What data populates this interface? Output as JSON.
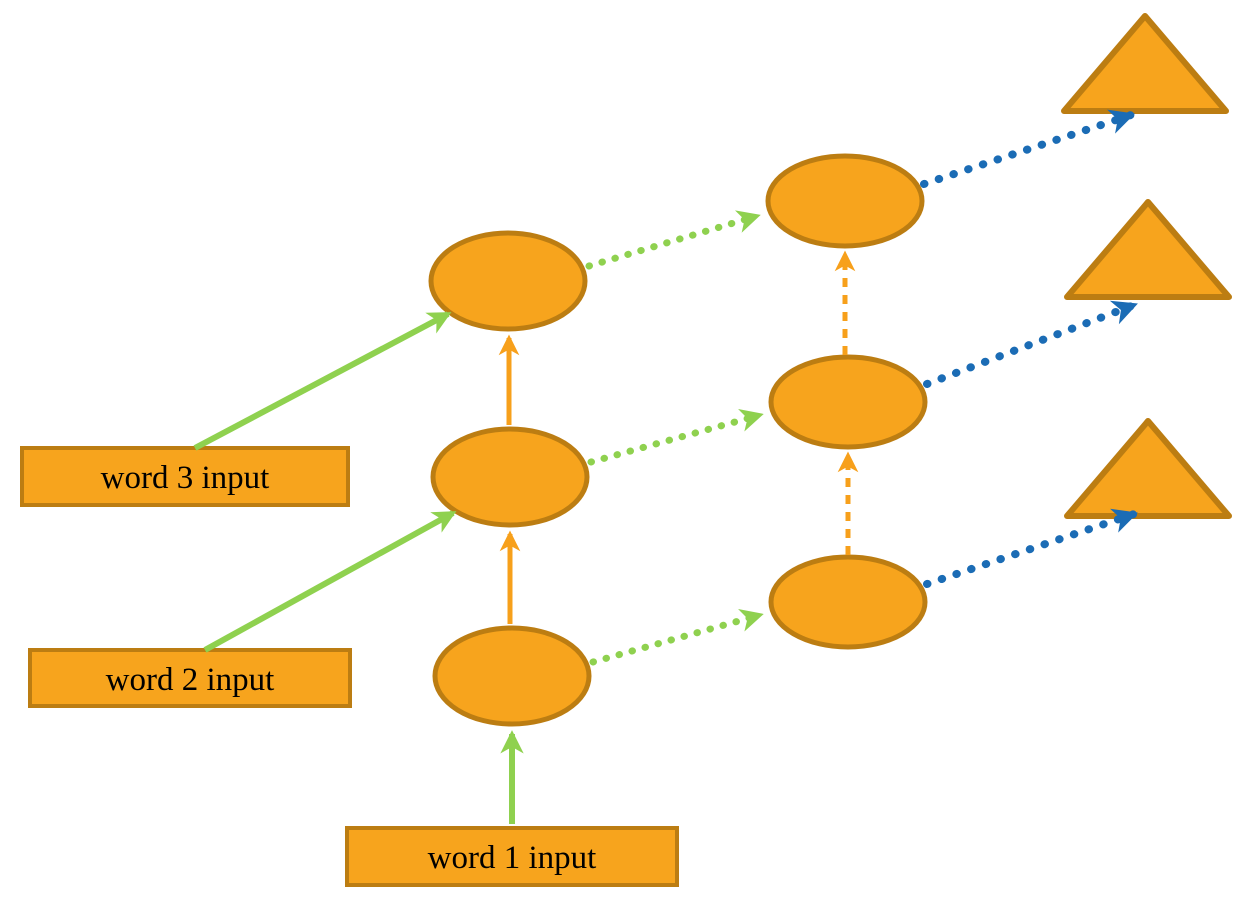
{
  "colors": {
    "node_fill": "#F7A41D",
    "node_stroke": "#BC7D12",
    "green": "#8FD14F",
    "orange": "#F7A01B",
    "blue": "#1B6CB5",
    "text": "#000000",
    "background": "#FFFFFF"
  },
  "diagram": {
    "input_labels": {
      "word3": "word 3 input",
      "word2": "word 2 input",
      "word1": "word 1 input"
    }
  }
}
